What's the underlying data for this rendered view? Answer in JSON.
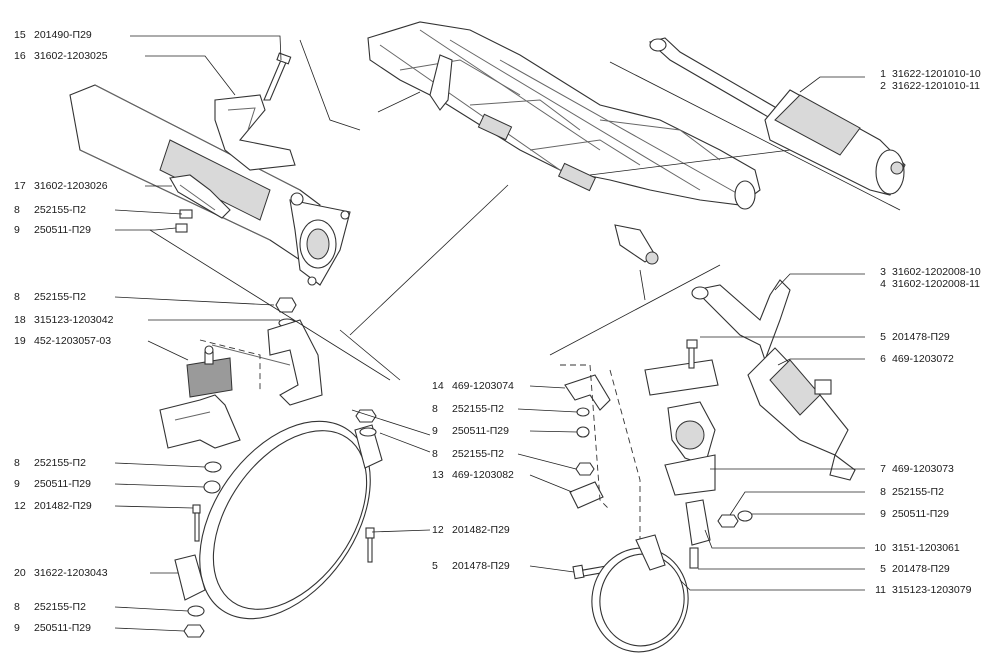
{
  "callouts": [
    {
      "num": "15",
      "code": "201490-П29",
      "side": "left"
    },
    {
      "num": "16",
      "code": "31602-1203025",
      "side": "left"
    },
    {
      "num": "17",
      "code": "31602-1203026",
      "side": "left"
    },
    {
      "num": "8",
      "code": "252155-П2",
      "side": "left"
    },
    {
      "num": "9",
      "code": "250511-П29",
      "side": "left"
    },
    {
      "num": "8",
      "code": "252155-П2",
      "side": "left"
    },
    {
      "num": "18",
      "code": "315123-1203042",
      "side": "left"
    },
    {
      "num": "19",
      "code": "452-1203057-03",
      "side": "left"
    },
    {
      "num": "8",
      "code": "252155-П2",
      "side": "left"
    },
    {
      "num": "9",
      "code": "250511-П29",
      "side": "left"
    },
    {
      "num": "12",
      "code": "201482-П29",
      "side": "left"
    },
    {
      "num": "20",
      "code": "31622-1203043",
      "side": "left"
    },
    {
      "num": "8",
      "code": "252155-П2",
      "side": "left"
    },
    {
      "num": "9",
      "code": "250511-П29",
      "side": "left"
    },
    {
      "num": "14",
      "code": "469-1203074",
      "side": "mid"
    },
    {
      "num": "8",
      "code": "252155-П2",
      "side": "mid"
    },
    {
      "num": "9",
      "code": "250511-П29",
      "side": "mid"
    },
    {
      "num": "8",
      "code": "252155-П2",
      "side": "mid"
    },
    {
      "num": "13",
      "code": "469-1203082",
      "side": "mid"
    },
    {
      "num": "12",
      "code": "201482-П29",
      "side": "mid"
    },
    {
      "num": "5",
      "code": "201478-П29",
      "side": "mid"
    },
    {
      "num": "1",
      "code": "31622-1201010-10",
      "side": "right"
    },
    {
      "num": "2",
      "code": "31622-1201010-11",
      "side": "right"
    },
    {
      "num": "3",
      "code": "31602-1202008-10",
      "side": "right"
    },
    {
      "num": "4",
      "code": "31602-1202008-11",
      "side": "right"
    },
    {
      "num": "5",
      "code": "201478-П29",
      "side": "right"
    },
    {
      "num": "6",
      "code": "469-1203072",
      "side": "right"
    },
    {
      "num": "7",
      "code": "469-1203073",
      "side": "right"
    },
    {
      "num": "8",
      "code": "252155-П2",
      "side": "right"
    },
    {
      "num": "9",
      "code": "250511-П29",
      "side": "right"
    },
    {
      "num": "10",
      "code": "3151-1203061",
      "side": "right"
    },
    {
      "num": "5",
      "code": "201478-П29",
      "side": "right"
    },
    {
      "num": "11",
      "code": "315123-1203079",
      "side": "right"
    }
  ]
}
